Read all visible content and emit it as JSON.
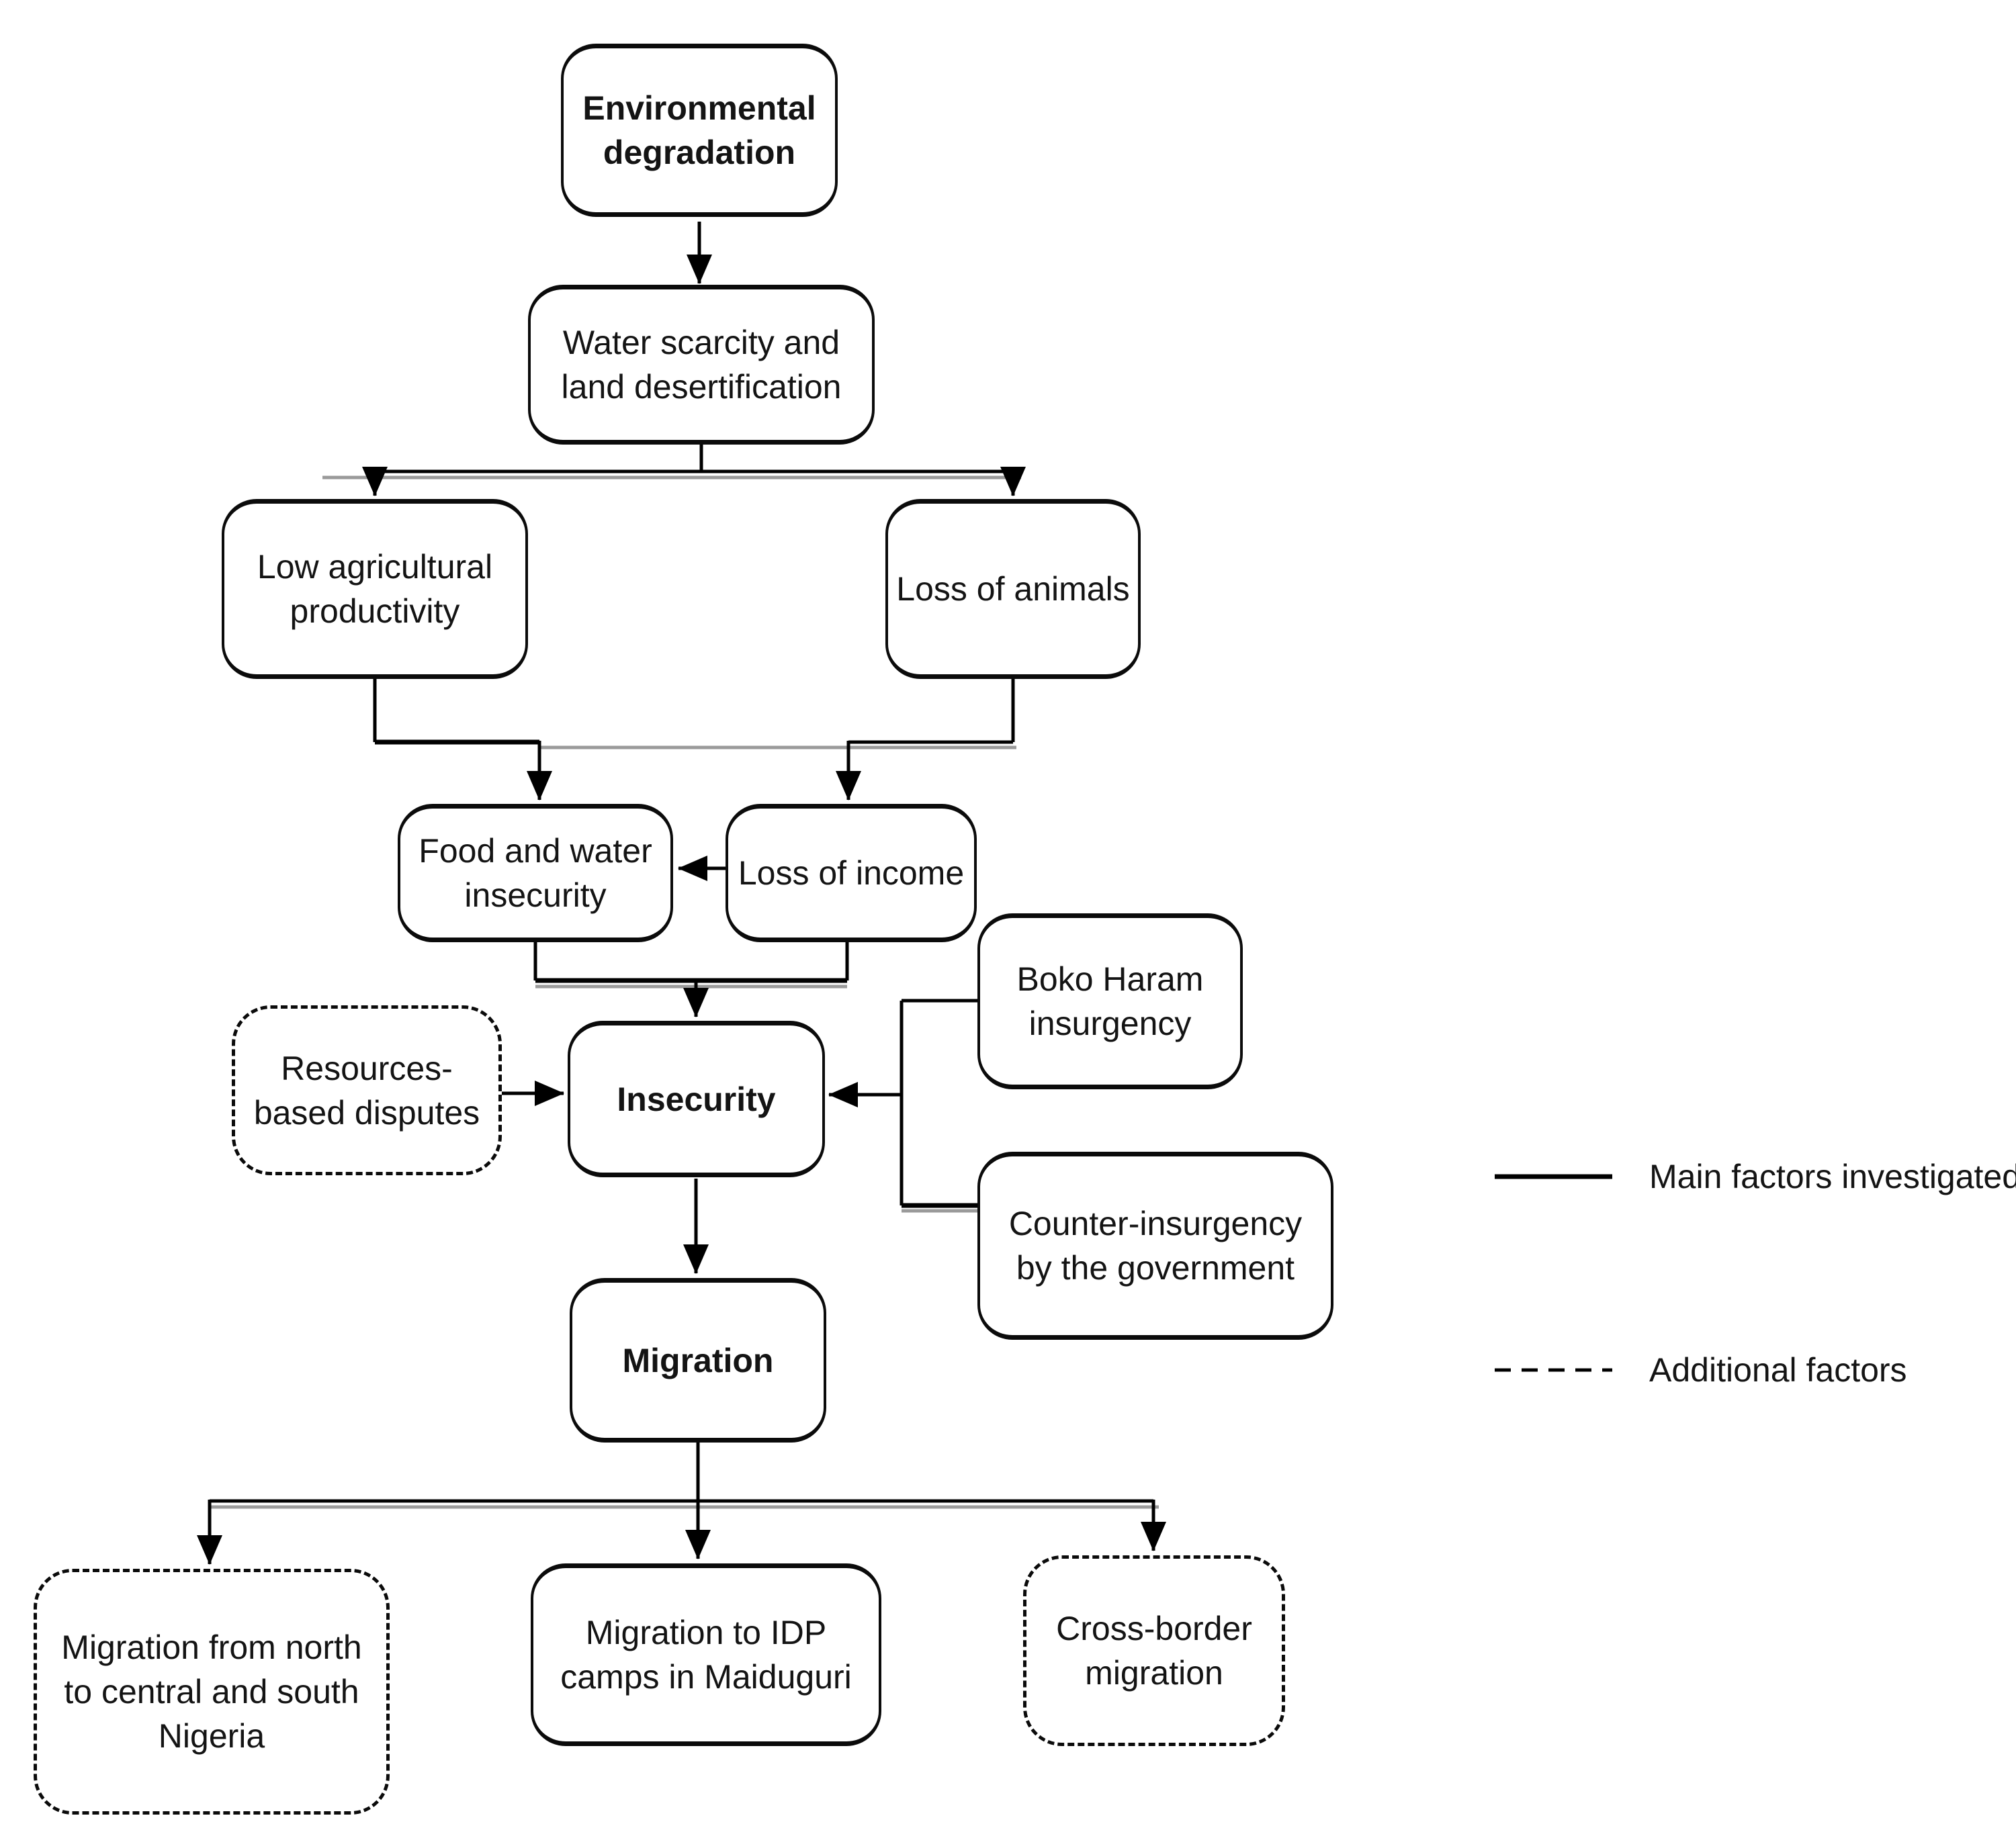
{
  "diagram": {
    "type": "flow-diagram",
    "nodes": [
      {
        "id": "environmental-degradation",
        "label": "Environmental degradation",
        "border": "solid",
        "emphasis": "bold"
      },
      {
        "id": "water-scarcity-land-desertification",
        "label": "Water scarcity and land desertification",
        "border": "solid",
        "emphasis": "normal"
      },
      {
        "id": "low-agricultural-productivity",
        "label": "Low agricultural productivity",
        "border": "solid",
        "emphasis": "normal"
      },
      {
        "id": "loss-of-animals",
        "label": "Loss of animals",
        "border": "solid",
        "emphasis": "normal"
      },
      {
        "id": "food-and-water-insecurity",
        "label": "Food and water insecurity",
        "border": "solid",
        "emphasis": "normal"
      },
      {
        "id": "loss-of-income",
        "label": "Loss of income",
        "border": "solid",
        "emphasis": "normal"
      },
      {
        "id": "resources-based-disputes",
        "label": "Resources-based disputes",
        "border": "dashed",
        "emphasis": "normal"
      },
      {
        "id": "insecurity",
        "label": "Insecurity",
        "border": "solid",
        "emphasis": "bold"
      },
      {
        "id": "boko-haram-insurgency",
        "label": "Boko Haram insurgency",
        "border": "solid",
        "emphasis": "normal"
      },
      {
        "id": "counter-insurgency-by-the-government",
        "label": "Counter-insurgency by the government",
        "border": "solid",
        "emphasis": "normal"
      },
      {
        "id": "migration",
        "label": "Migration",
        "border": "solid",
        "emphasis": "bold"
      },
      {
        "id": "migration-north-to-central-south-nigeria",
        "label": "Migration from north to central and south Nigeria",
        "border": "dashed",
        "emphasis": "normal"
      },
      {
        "id": "migration-to-idp-camps-maiduguri",
        "label": "Migration to IDP camps in Maiduguri",
        "border": "solid",
        "emphasis": "normal"
      },
      {
        "id": "cross-border-migration",
        "label": "Cross-border migration",
        "border": "dashed",
        "emphasis": "normal"
      }
    ],
    "edges": [
      {
        "from": "environmental-degradation",
        "to": "water-scarcity-land-desertification",
        "style": "solid-arrow"
      },
      {
        "from": "water-scarcity-land-desertification",
        "to": "low-agricultural-productivity",
        "style": "solid-arrow"
      },
      {
        "from": "water-scarcity-land-desertification",
        "to": "loss-of-animals",
        "style": "solid-arrow"
      },
      {
        "from": "low-agricultural-productivity",
        "to": "food-and-water-insecurity",
        "style": "solid-arrow"
      },
      {
        "from": "loss-of-animals",
        "to": "loss-of-income",
        "style": "solid-arrow"
      },
      {
        "from": "loss-of-income",
        "to": "food-and-water-insecurity",
        "style": "solid-arrow"
      },
      {
        "from": "food-and-water-insecurity",
        "to": "insecurity",
        "style": "solid-arrow"
      },
      {
        "from": "loss-of-income",
        "to": "insecurity",
        "style": "solid-arrow"
      },
      {
        "from": "resources-based-disputes",
        "to": "insecurity",
        "style": "solid-arrow"
      },
      {
        "from": "boko-haram-insurgency",
        "to": "insecurity",
        "style": "solid-arrow"
      },
      {
        "from": "counter-insurgency-by-the-government",
        "to": "insecurity",
        "style": "solid-arrow"
      },
      {
        "from": "insecurity",
        "to": "migration",
        "style": "solid-arrow"
      },
      {
        "from": "migration",
        "to": "migration-north-to-central-south-nigeria",
        "style": "solid-arrow"
      },
      {
        "from": "migration",
        "to": "migration-to-idp-camps-maiduguri",
        "style": "solid-arrow"
      },
      {
        "from": "migration",
        "to": "cross-border-migration",
        "style": "solid-arrow"
      }
    ],
    "legend": {
      "items": [
        {
          "line": "solid",
          "label": "Main factors investigated"
        },
        {
          "line": "dashed",
          "label": "Additional factors"
        }
      ]
    },
    "colors": {
      "line": "#000000",
      "line_shadow": "#9a9a9a",
      "text": "#141414",
      "background": "#ffffff"
    }
  }
}
